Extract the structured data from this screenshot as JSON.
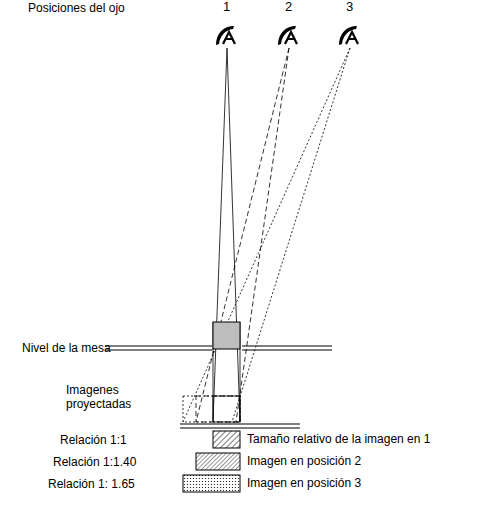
{
  "diagram": {
    "labels": [
      "Posiciones del ojo",
      "1",
      "2",
      "3",
      "Nivel de la mesa",
      "Imagenes proyectadas",
      "Relación 1:1",
      "Tamaño relativo de la imagen en 1",
      "Relación 1:1.40",
      "Imagen en posición 2",
      "Relación 1: 1.65",
      "Imagen en posición 3"
    ]
  }
}
